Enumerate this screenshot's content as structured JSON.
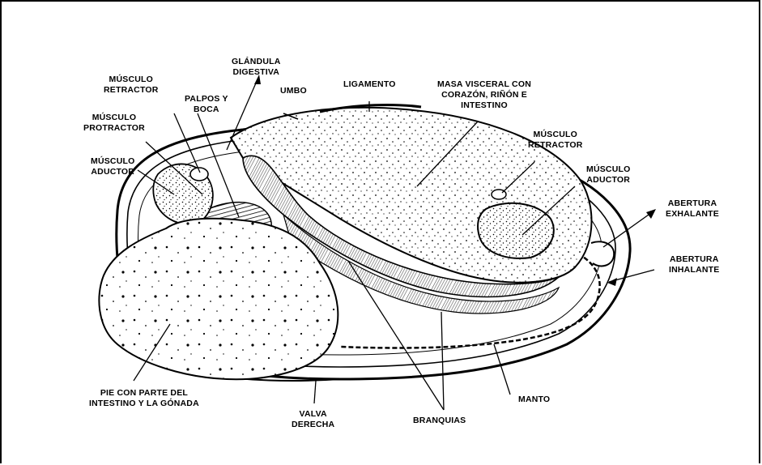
{
  "labels": {
    "musculo_retractor_left": [
      "MÚSCULO",
      "RETRACTOR"
    ],
    "glandula_digestiva": [
      "GLÁNDULA",
      "DIGESTIVA"
    ],
    "umbo": [
      "UMBO"
    ],
    "ligamento": [
      "LIGAMENTO"
    ],
    "masa_visceral": [
      "MASA VISCERAL CON",
      "CORAZÓN, RIÑÓN E",
      "INTESTINO"
    ],
    "palpos_boca": [
      "PALPOS Y",
      "BOCA"
    ],
    "musculo_protractor": [
      "MÚSCULO",
      "PROTRACTOR"
    ],
    "musculo_aductor_left": [
      "MÚSCULO",
      "ADUCTOR"
    ],
    "musculo_retractor_right": [
      "MÚSCULO",
      "RETRACTOR"
    ],
    "musculo_aductor_right": [
      "MÚSCULO",
      "ADUCTOR"
    ],
    "abertura_exhalante": [
      "ABERTURA",
      "EXHALANTE"
    ],
    "abertura_inhalante": [
      "ABERTURA",
      "INHALANTE"
    ],
    "pie": [
      "PIE CON PARTE DEL",
      "INTESTINO Y LA GÓNADA"
    ],
    "valva_derecha": [
      "VALVA",
      "DERECHA"
    ],
    "branquias": [
      "BRANQUIAS"
    ],
    "manto": [
      "MANTO"
    ]
  }
}
